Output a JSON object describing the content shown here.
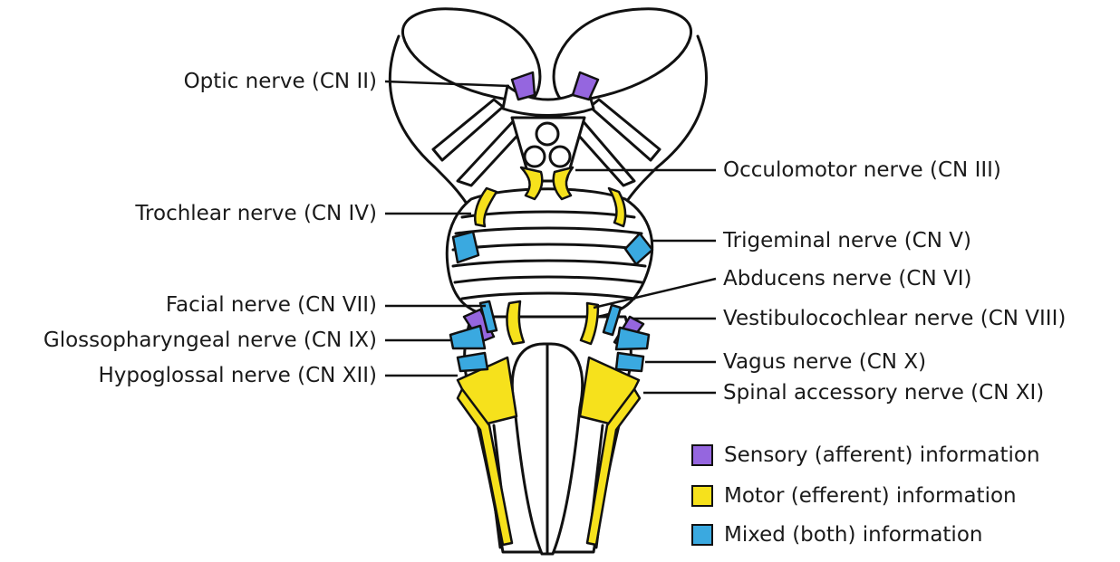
{
  "labels": {
    "optic": "Optic nerve (CN II)",
    "trochlear": "Trochlear nerve (CN IV)",
    "facial": "Facial nerve (CN VII)",
    "glossopharyngeal": "Glossopharyngeal nerve (CN IX)",
    "hypoglossal": "Hypoglossal nerve (CN XII)",
    "occulomotor": "Occulomotor nerve (CN III)",
    "trigeminal": "Trigeminal nerve (CN V)",
    "abducens": "Abducens nerve (CN VI)",
    "vestibulocochlear": "Vestibulocochlear nerve (CN VIII)",
    "vagus": "Vagus nerve (CN X)",
    "spinal_accessory": "Spinal accessory nerve (CN XI)"
  },
  "legend": {
    "sensory": "Sensory (afferent) information",
    "motor": "Motor (efferent) information",
    "mixed": "Mixed (both) information"
  },
  "colors": {
    "sensory": "#9566df",
    "motor": "#f6e11c",
    "mixed": "#3aa9e0",
    "outline": "#111111"
  }
}
